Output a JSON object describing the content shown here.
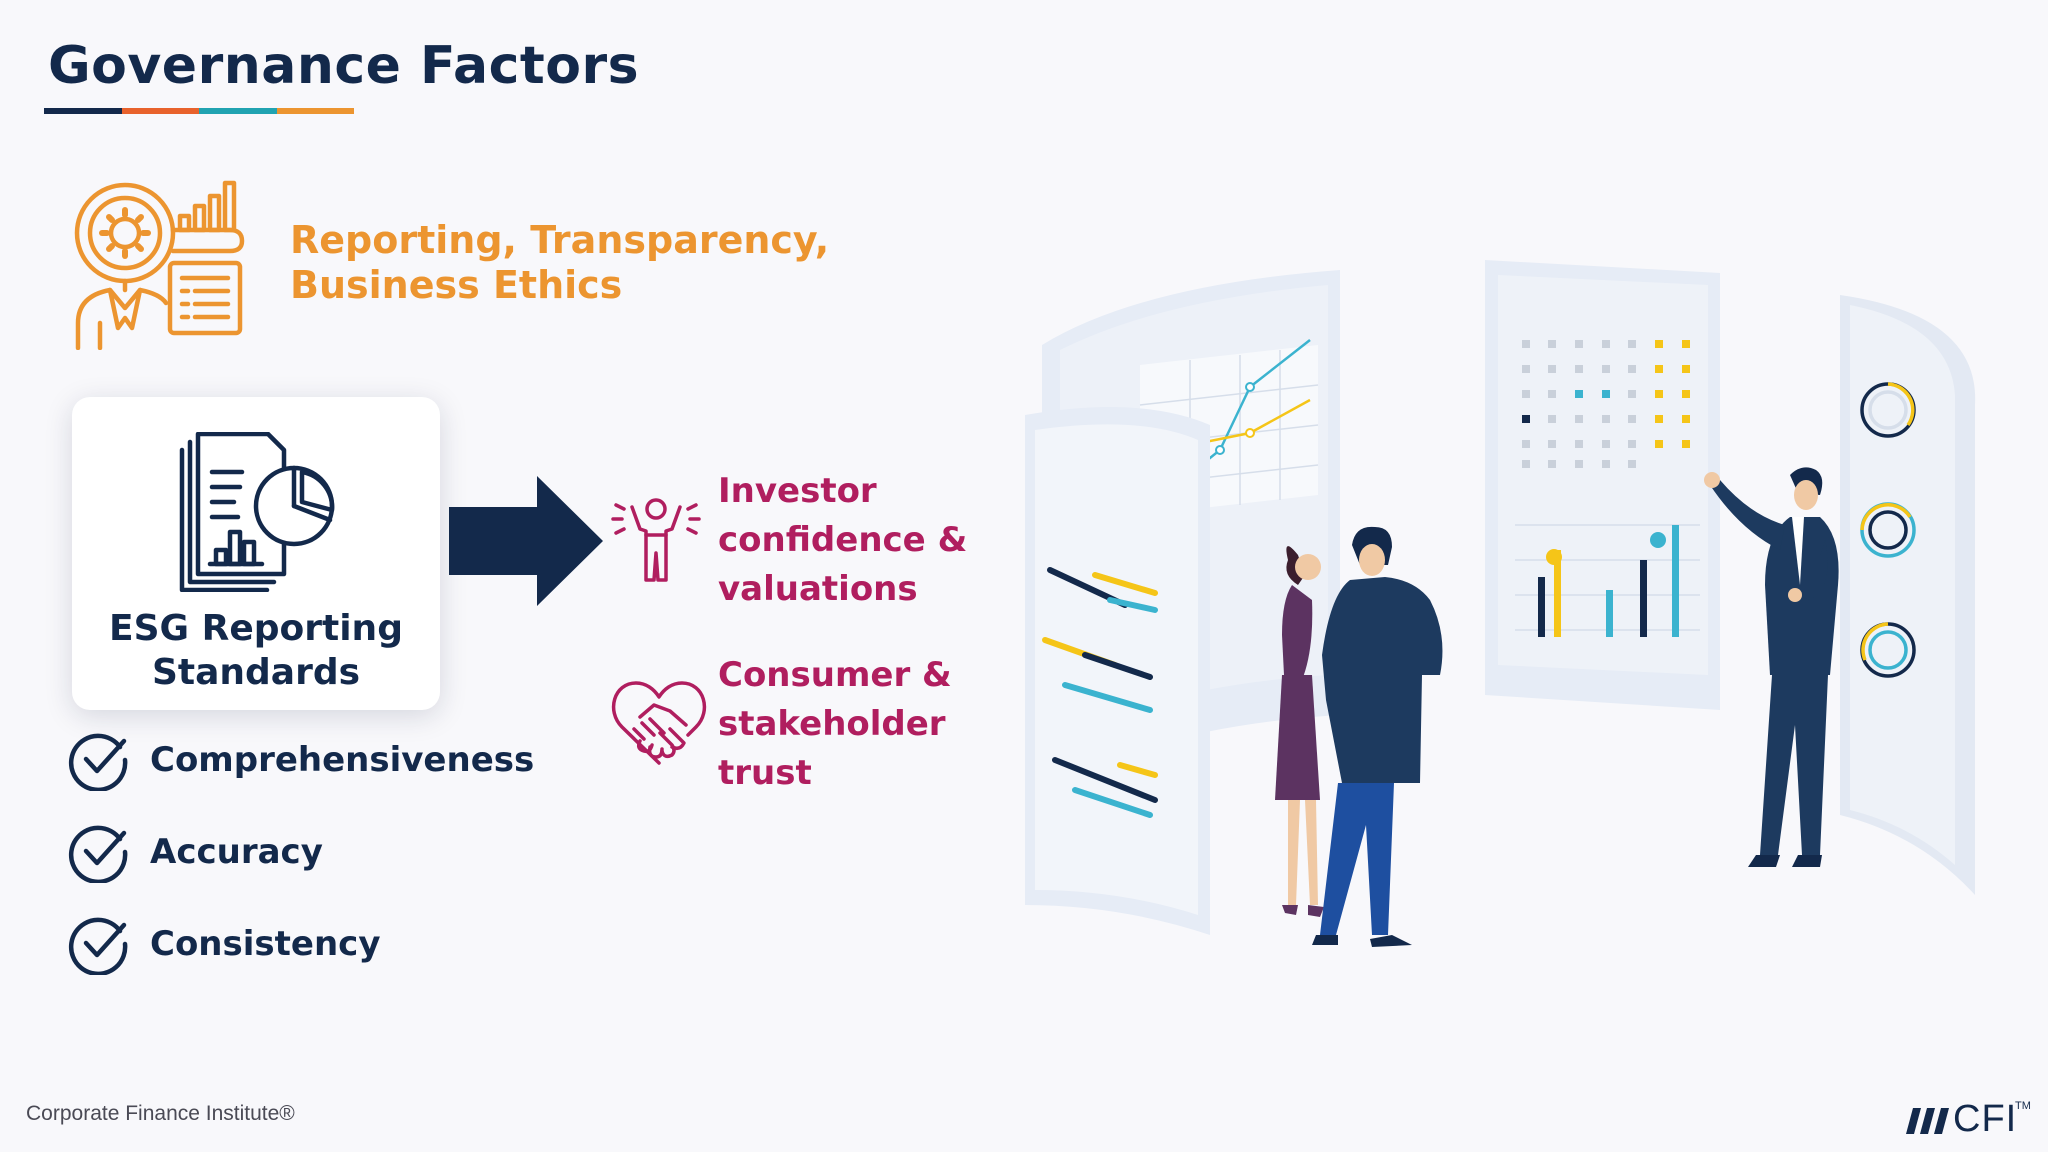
{
  "header": {
    "title": "Governance Factors",
    "underline_colors": [
      "#13294b",
      "#e8622c",
      "#21a3b1",
      "#ec9530"
    ]
  },
  "topic": {
    "icon": "businessman-gear-report-icon",
    "text_line1": "Reporting, Transparency,",
    "text_line2": "Business Ethics",
    "color": "#ec9530"
  },
  "card": {
    "icon": "documents-pie-chart-icon",
    "label_line1": "ESG Reporting",
    "label_line2": "Standards"
  },
  "checklist": [
    {
      "label": "Comprehensiveness",
      "icon": "check-circle-icon"
    },
    {
      "label": "Accuracy",
      "icon": "check-circle-icon"
    },
    {
      "label": "Consistency",
      "icon": "check-circle-icon"
    }
  ],
  "benefits": [
    {
      "icon": "cheering-person-icon",
      "lines": [
        "Investor",
        "confidence &",
        "valuations"
      ]
    },
    {
      "icon": "handshake-heart-icon",
      "lines": [
        "Consumer &",
        "stakeholder",
        "trust"
      ]
    }
  ],
  "colors": {
    "navy": "#13294b",
    "orange": "#ec9530",
    "magenta": "#b01e5f",
    "teal": "#3bb3cf",
    "yellow": "#f5c518"
  },
  "illustration": {
    "icon": "business-people-dashboard-illustration-icon"
  },
  "footer": {
    "text": "Corporate Finance Institute®"
  },
  "logo": {
    "text": "CFI",
    "tm": "TM"
  }
}
